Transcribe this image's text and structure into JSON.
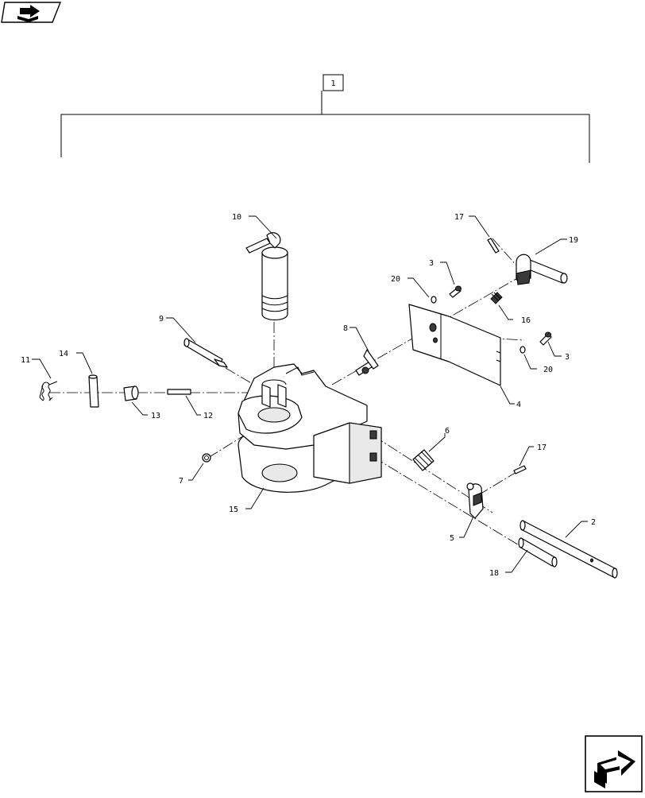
{
  "assembly_ref": "1",
  "callouts": {
    "c2": "2",
    "c3a": "3",
    "c3b": "3",
    "c4": "4",
    "c5": "5",
    "c6": "6",
    "c7": "7",
    "c8": "8",
    "c9": "9",
    "c10": "10",
    "c11": "11",
    "c12": "12",
    "c13": "13",
    "c14": "14",
    "c15": "15",
    "c16": "16",
    "c17a": "17",
    "c17b": "17",
    "c18": "18",
    "c19": "19",
    "c20a": "20",
    "c20b": "20"
  },
  "icons": {
    "top_left": "book-arrow-icon",
    "bottom_right": "next-page-arrow-icon"
  }
}
